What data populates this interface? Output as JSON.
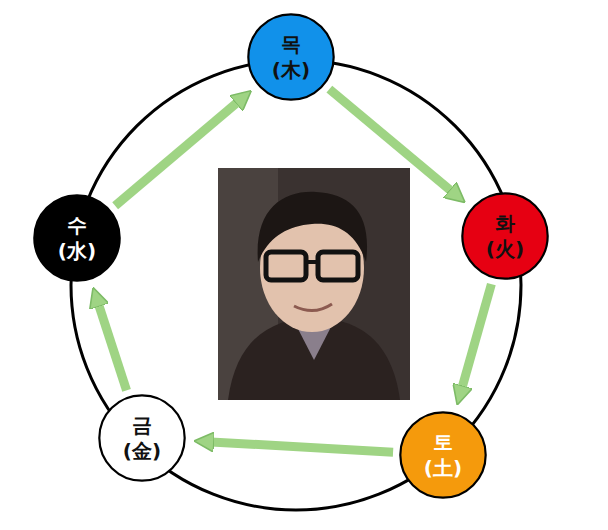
{
  "diagram": {
    "nodes": [
      {
        "text": [
          "목 (木)"
        ]
      },
      {
        "text": [
          "화 (火)"
        ]
      },
      {
        "text": [
          "토 (土)"
        ]
      },
      {
        "text": [
          "금 (金)"
        ]
      },
      {
        "text": [
          "수 (水)"
        ]
      }
    ],
    "edges": [
      {
        "from": 0,
        "to": 1,
        "arrow": "to"
      },
      {
        "from": 1,
        "to": 2,
        "arrow": "to"
      },
      {
        "from": 2,
        "to": 3,
        "arrow": "to"
      },
      {
        "from": 3,
        "to": 4,
        "arrow": "to"
      },
      {
        "from": 4,
        "to": 0,
        "arrow": "to"
      }
    ]
  }
}
